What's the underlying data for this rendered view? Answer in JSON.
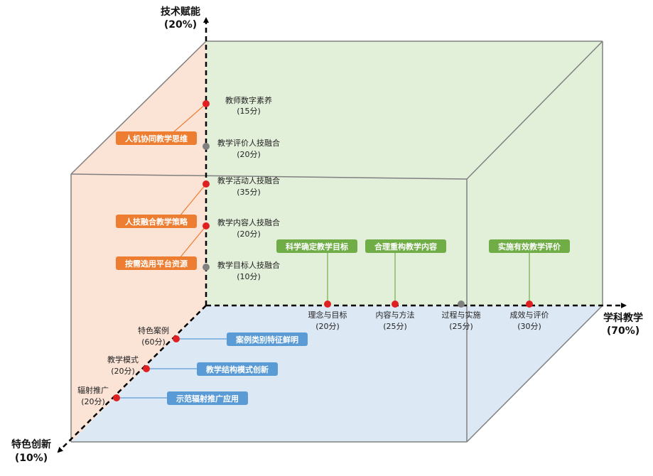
{
  "axes": {
    "vertical": {
      "title": "技术赋能",
      "weight": "(20%)"
    },
    "horizontal": {
      "title": "学科教学",
      "weight": "(70%)"
    },
    "depth": {
      "title": "特色创新",
      "weight": "(10%)"
    }
  },
  "vertical_points": [
    {
      "name": "教师数字素养",
      "score": "(15分)",
      "color": "#e02020"
    },
    {
      "name": "教学评价人技融合",
      "score": "(20分)",
      "color": "#808080"
    },
    {
      "name": "教学活动人技融合",
      "score": "(35分)",
      "color": "#e02020"
    },
    {
      "name": "教学内容人技融合",
      "score": "(20分)",
      "color": "#e02020"
    },
    {
      "name": "教学目标人技融合",
      "score": "(10分)",
      "color": "#808080"
    }
  ],
  "horizontal_points": [
    {
      "name": "理念与目标",
      "score": "(20分)",
      "color": "#e02020"
    },
    {
      "name": "内容与方法",
      "score": "(25分)",
      "color": "#e02020"
    },
    {
      "name": "过程与实施",
      "score": "(25分)",
      "color": "#808080"
    },
    {
      "name": "成效与评价",
      "score": "(30分)",
      "color": "#e02020"
    }
  ],
  "depth_points": [
    {
      "name": "特色案例",
      "score": "(60分)",
      "color": "#e02020"
    },
    {
      "name": "教学模式",
      "score": "(20分)",
      "color": "#e02020"
    },
    {
      "name": "辐射推广",
      "score": "(20分)",
      "color": "#e02020"
    }
  ],
  "orange_tags": [
    "人机协同教学思维",
    "人技融合教学策略",
    "按需选用平台资源"
  ],
  "green_tags": [
    "科学确定教学目标",
    "合理重构教学内容",
    "实施有效教学评价"
  ],
  "blue_tags": [
    "案例类别特征鲜明",
    "教学结构模式创新",
    "示范辐射推广应用"
  ],
  "colors": {
    "left_face": "#fbe3d6",
    "back_face": "#e2efd9",
    "bottom_face": "#dde8f5",
    "orange_tag": "#ed7d31",
    "green_tag": "#70ad47",
    "blue_tag": "#5b9bd5",
    "edge": "#808080"
  }
}
